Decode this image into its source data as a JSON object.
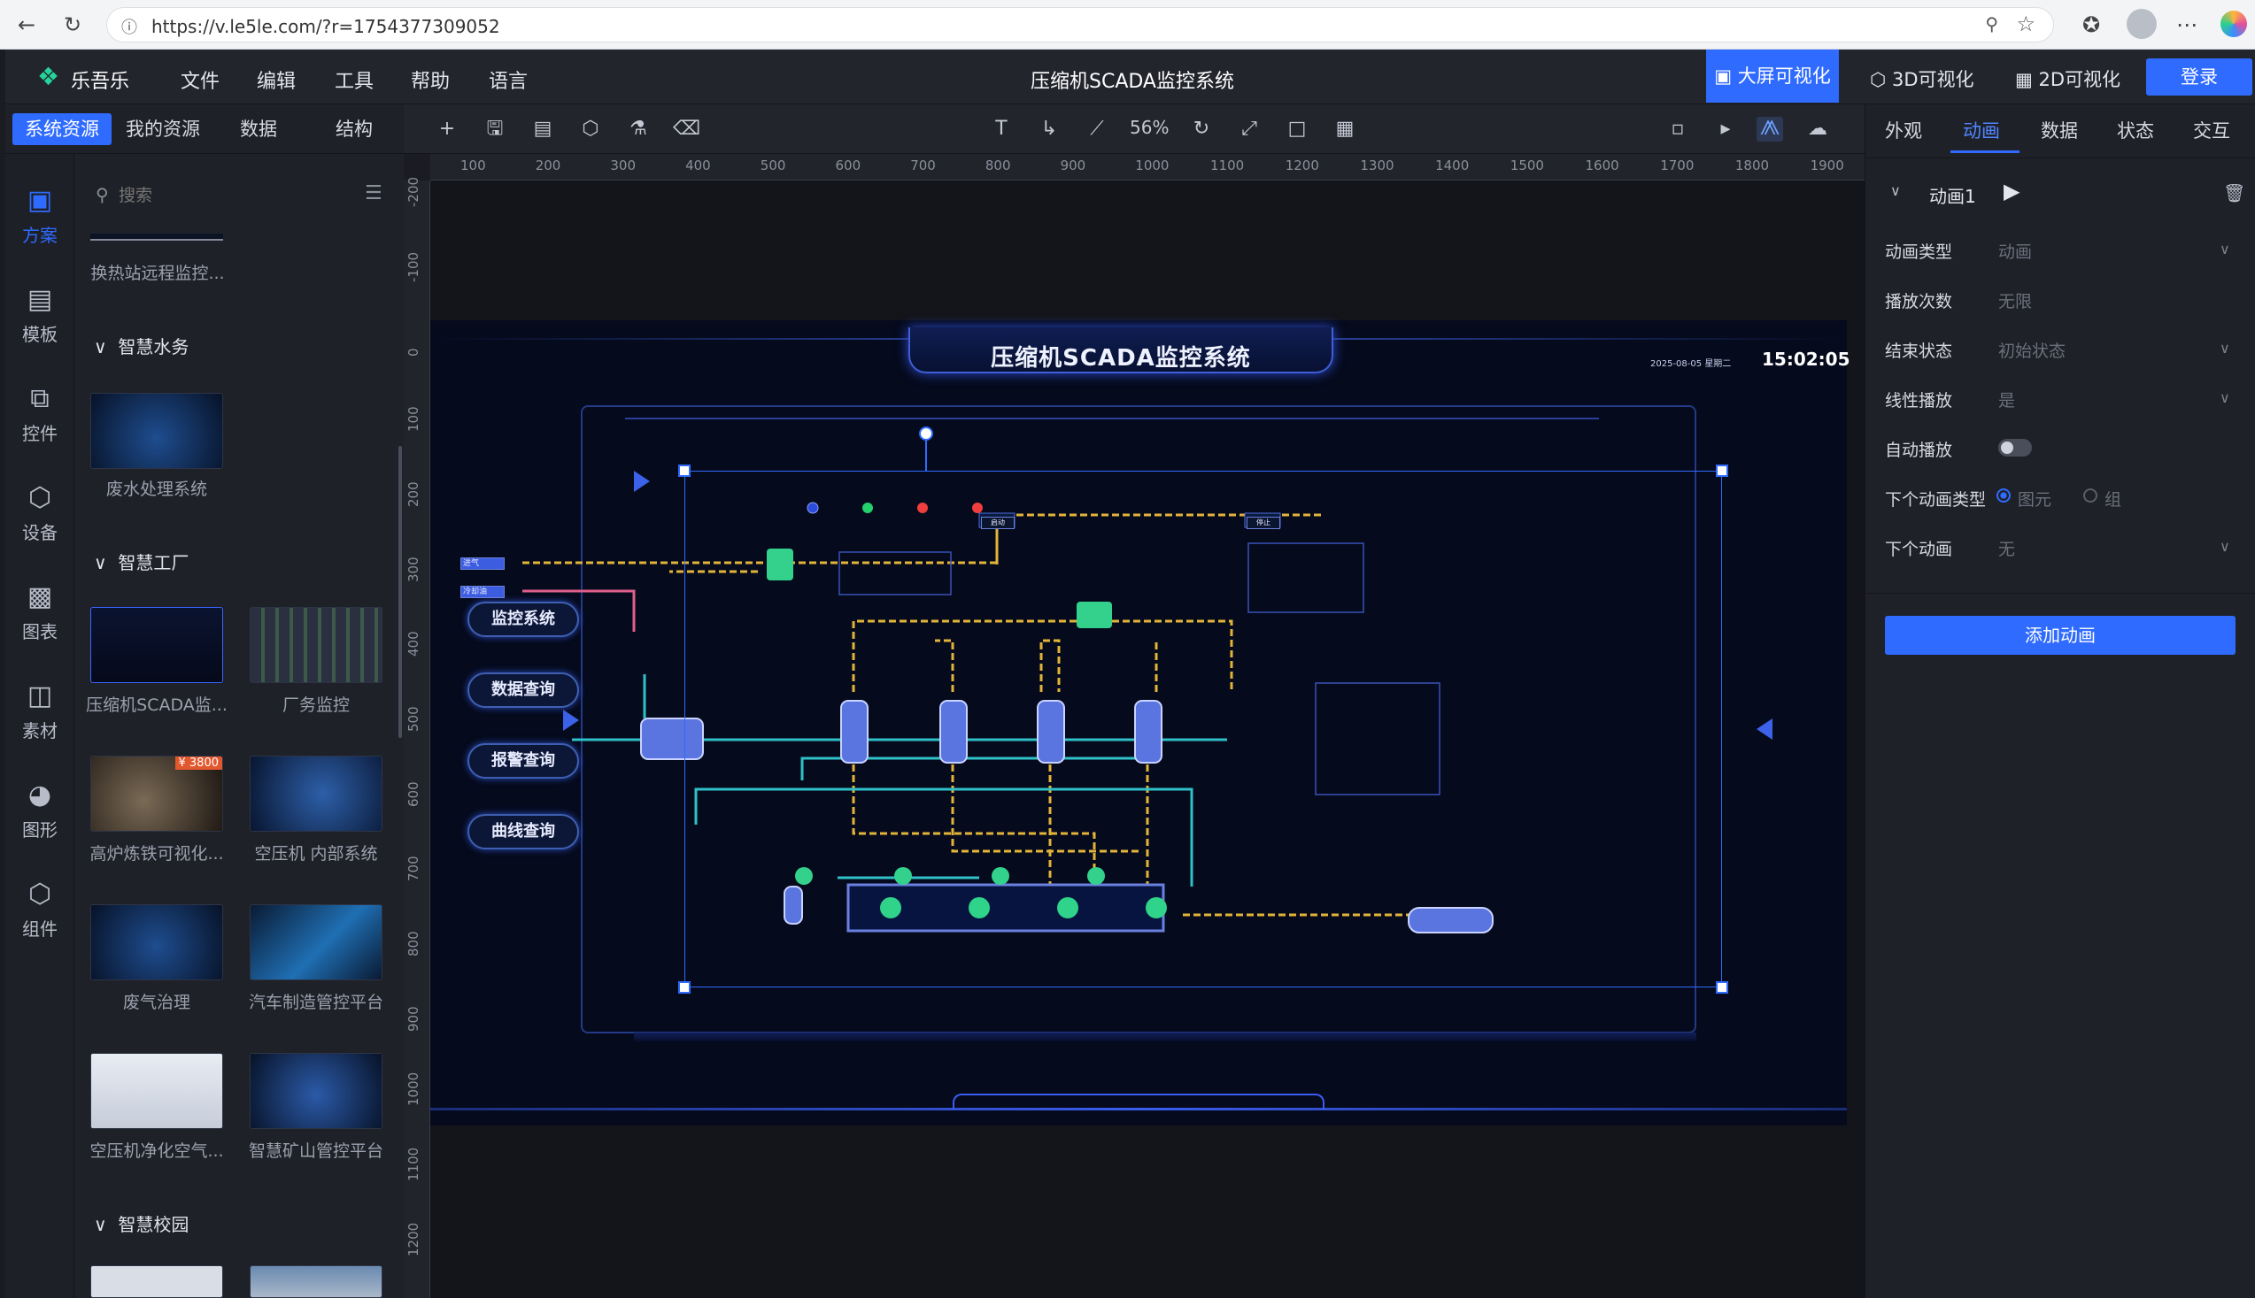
{
  "browser": {
    "url": "https://v.le5le.com/?r=1754377309052"
  },
  "app": {
    "brand": "乐吾乐",
    "menu": [
      "文件",
      "编辑",
      "工具",
      "帮助",
      "语言"
    ],
    "title": "压缩机SCADA监控系统",
    "modes": [
      "大屏可视化",
      "3D可视化",
      "2D可视化"
    ],
    "login": "登录"
  },
  "lefttabs": [
    "系统资源",
    "我的资源",
    "数据",
    "结构"
  ],
  "iconbar": [
    {
      "icon": "monitor-icon",
      "label": "方案"
    },
    {
      "icon": "template-icon",
      "label": "模板"
    },
    {
      "icon": "control-icon",
      "label": "控件"
    },
    {
      "icon": "device-icon",
      "label": "设备"
    },
    {
      "icon": "chart-icon",
      "label": "图表"
    },
    {
      "icon": "image-icon",
      "label": "素材"
    },
    {
      "icon": "shape-icon",
      "label": "图形"
    },
    {
      "icon": "component-icon",
      "label": "组件"
    }
  ],
  "search": {
    "placeholder": "搜索"
  },
  "library": {
    "top_item": "换热站远程监控...",
    "sections": [
      {
        "title": "智慧水务",
        "items": [
          "废水处理系统"
        ]
      },
      {
        "title": "智慧工厂",
        "items": [
          "压缩机SCADA监...",
          "厂务监控",
          "高炉炼铁可视化...",
          "空压机 内部系统",
          "废气治理",
          "汽车制造管控平台",
          "空压机净化空气...",
          "智慧矿山管控平台"
        ]
      },
      {
        "title": "智慧校园",
        "items": []
      }
    ],
    "price_badge": "¥ 3800"
  },
  "toolbar": {
    "zoom": "56%"
  },
  "ruler": {
    "h": [
      "100",
      "200",
      "300",
      "400",
      "500",
      "600",
      "700",
      "800",
      "900",
      "1000",
      "1100",
      "1200",
      "1300",
      "1400",
      "1500",
      "1600",
      "1700",
      "1800",
      "1900"
    ],
    "v": [
      "-200",
      "-100",
      "0",
      "100",
      "200",
      "300",
      "400",
      "500",
      "600",
      "700",
      "800",
      "900",
      "1000",
      "1100",
      "1200"
    ]
  },
  "rightpanel": {
    "tabs": [
      "外观",
      "动画",
      "数据",
      "状态",
      "交互"
    ],
    "animation_name": "动画1",
    "rows": [
      {
        "label": "动画类型",
        "value": "动画"
      },
      {
        "label": "播放次数",
        "value": "无限"
      },
      {
        "label": "结束状态",
        "value": "初始状态"
      },
      {
        "label": "线性播放",
        "value": "是"
      },
      {
        "label": "自动播放",
        "value": ""
      },
      {
        "label": "下个动画类型",
        "value": ""
      },
      {
        "label": "下个动画",
        "value": "无"
      }
    ],
    "radio_options": [
      "图元",
      "组"
    ],
    "add_button": "添加动画"
  },
  "scada": {
    "title": "压缩机SCADA监控系统",
    "date": "2025-08-05",
    "weekday": "星期二",
    "time": "15:02:05",
    "nav": [
      "监控系统",
      "数据查询",
      "报警查询",
      "曲线查询"
    ],
    "buttons": [
      "启动",
      "停止"
    ],
    "labels": {
      "in_air": "进气",
      "cool_water": "冷却油"
    }
  },
  "colors": {
    "accent": "#2f6bff",
    "panel": "#1f2128",
    "scada_bg": "#050a1c"
  }
}
